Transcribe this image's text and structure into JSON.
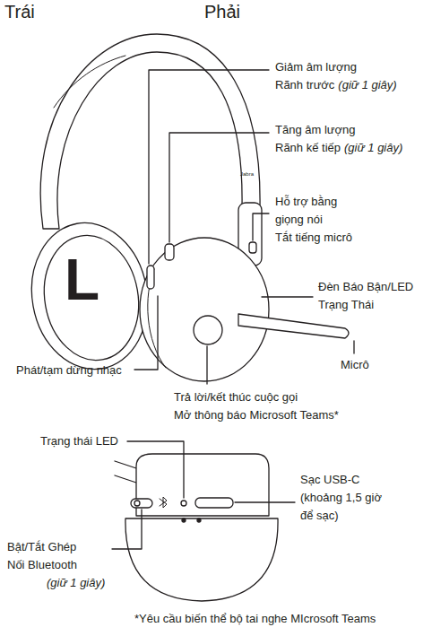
{
  "diagram": {
    "labels": [
      "Trái",
      "Phải",
      "Giảm âm lượng Rãnh trước",
      "(giữ 1 giây)",
      "Tăng âm lượng Rãnh kế tiếp",
      "(giữ 1 giây)",
      "Hỗ trợ bằng giọng nói Tắt tiếng micrô",
      "Jabra",
      "Đèn Báo Bận/LED Trạng Thái",
      "Micrô",
      "Phát/tạm dừng nhạc",
      "L",
      "Trả lời/kết thúc cuộc gọi Mở thông báo Microsoft Teams*",
      "Trạng thái LED",
      "Sạc USB-C (khoảng 1,5 giờ để sạc)",
      "Bật/Tắt Ghép Nối Bluetooth",
      "(giữ 1 giây)",
      "*Yêu cầu biến thể bộ tai nghe MIcrosoft Teams"
    ]
  }
}
